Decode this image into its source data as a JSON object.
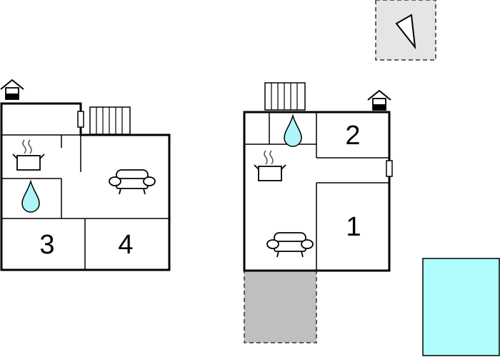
{
  "floor_plan": {
    "building_left": {
      "rooms": [
        {
          "number": "3"
        },
        {
          "number": "4"
        }
      ],
      "icons": [
        "entrance-icon",
        "stairs-icon",
        "kitchen-pot-icon",
        "water-drop-icon",
        "sofa-icon",
        "door-icon"
      ]
    },
    "building_right": {
      "rooms": [
        {
          "number": "2"
        },
        {
          "number": "1"
        }
      ],
      "icons": [
        "entrance-icon",
        "stairs-icon",
        "water-drop-icon",
        "kitchen-pot-icon",
        "sofa-icon",
        "door-icon"
      ]
    },
    "outdoor": {
      "areas": [
        "compass-icon",
        "terrace-area",
        "pool-area"
      ]
    },
    "colors": {
      "wall": "#000000",
      "water": "#aef4f8",
      "pool": "#aefcfc",
      "terrace": "#bfbfbf",
      "compass_bg": "#e5e5e5"
    }
  }
}
